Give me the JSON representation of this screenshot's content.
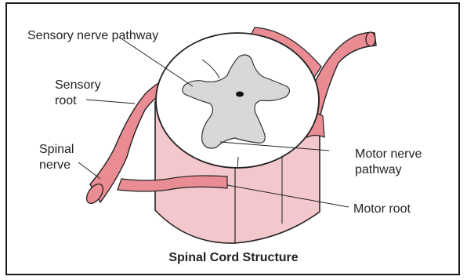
{
  "labels": {
    "sensory_nerve_pathway": "Sensory nerve pathway",
    "sensory_root": [
      "Sensory",
      "root"
    ],
    "spinal_nerve": [
      "Spinal",
      "nerve"
    ],
    "motor_nerve_pathway": [
      "Motor nerve",
      "pathway"
    ],
    "motor_root": "Motor root"
  },
  "caption": "Spinal Cord Structure",
  "colors": {
    "cord_fill": "#f4c7cc",
    "nerve_fill": "#e98c94",
    "grey_matter": "#d8d8d8",
    "outline": "#222222"
  }
}
